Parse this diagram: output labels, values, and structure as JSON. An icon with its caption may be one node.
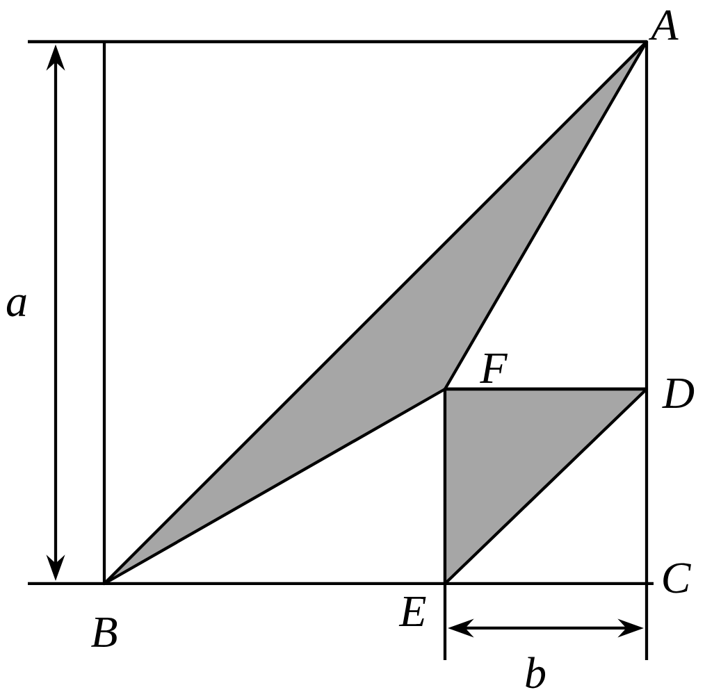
{
  "diagram": {
    "labels": [
      "A",
      "a",
      "F",
      "D",
      "C",
      "E",
      "B",
      "b"
    ]
  }
}
